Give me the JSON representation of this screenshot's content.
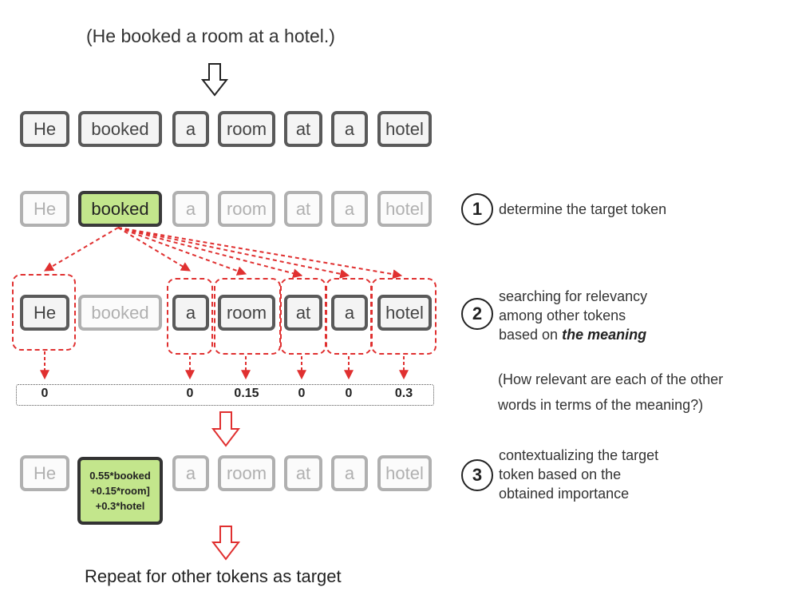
{
  "sentence": "(He booked a room at a hotel.)",
  "tokens": [
    "He",
    "booked",
    "a",
    "room",
    "at",
    "a",
    "hotel"
  ],
  "target_token": "booked",
  "scores": [
    "0",
    "0",
    "0.15",
    "0",
    "0",
    "0.3"
  ],
  "contextualized": [
    "0.55*booked",
    "+0.15*room]",
    "+0.3*hotel"
  ],
  "steps": [
    {
      "number": "1",
      "lines": [
        "determine the target token"
      ]
    },
    {
      "number": "2",
      "lines": [
        "searching for relevancy",
        "among other tokens",
        "based on "
      ],
      "emphasis": "the meaning"
    },
    {
      "number": "3",
      "lines": [
        "contextualizing the target",
        "token based on the",
        "obtained importance"
      ]
    }
  ],
  "note": [
    "(How relevant are each of the other",
    "words in terms of the meaning?)"
  ],
  "footer": "Repeat for other tokens as target",
  "colors": {
    "highlight": "#c3e68c",
    "dashed_arrows": "#e03030",
    "token_border": "#5a5a5a",
    "dim_token": "#b0b0b0"
  }
}
